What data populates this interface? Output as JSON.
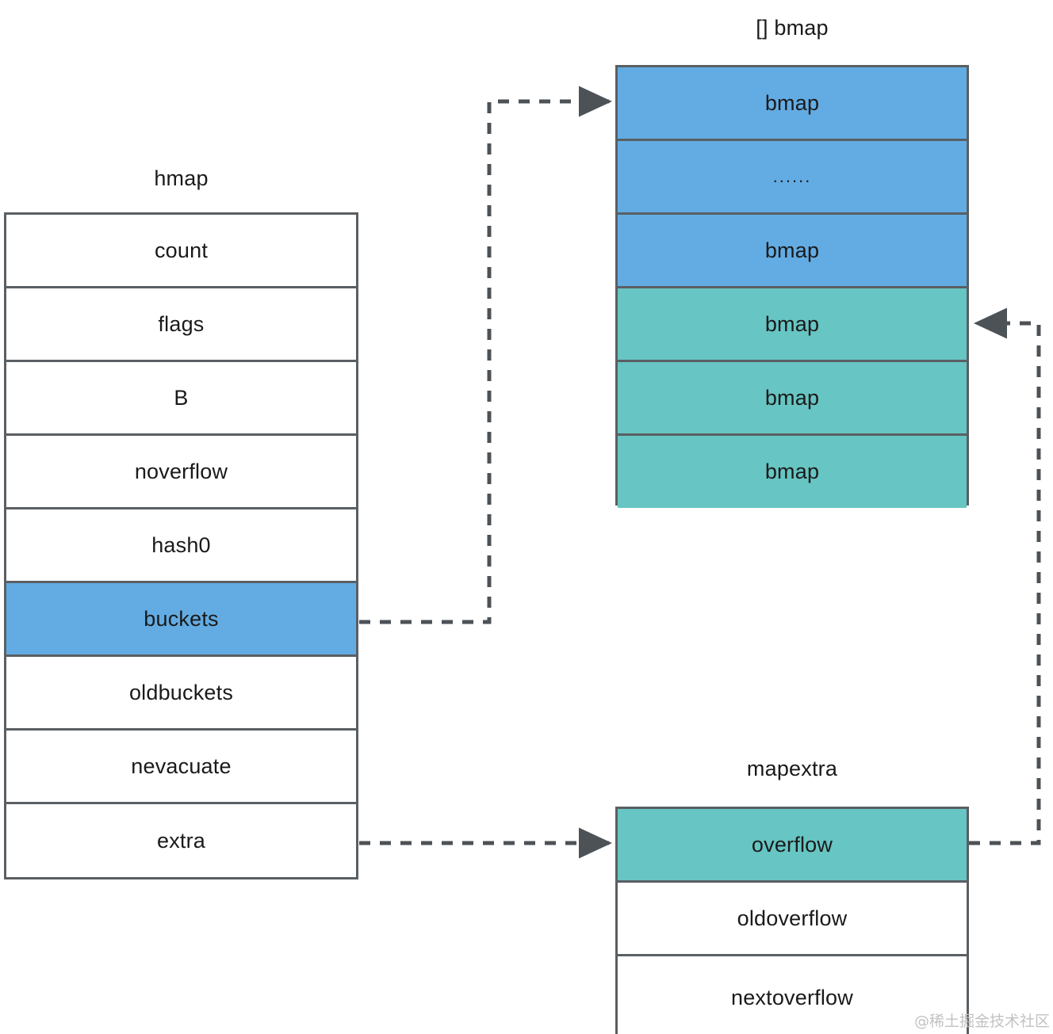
{
  "diagram": {
    "title_hmap": "hmap",
    "title_bmap_array": "[] bmap",
    "title_mapextra": "mapextra",
    "colors": {
      "blue": "#63ace3",
      "teal": "#67c5c3",
      "border": "#5a5f63",
      "arrow": "#4d5257",
      "text": "#1a1a1a",
      "background": "#ffffff"
    }
  },
  "hmap": {
    "label": "hmap",
    "fields": [
      {
        "name": "count",
        "fill": "white"
      },
      {
        "name": "flags",
        "fill": "white"
      },
      {
        "name": "B",
        "fill": "white"
      },
      {
        "name": "noverflow",
        "fill": "white"
      },
      {
        "name": "hash0",
        "fill": "white"
      },
      {
        "name": "buckets",
        "fill": "blue"
      },
      {
        "name": "oldbuckets",
        "fill": "white"
      },
      {
        "name": "nevacuate",
        "fill": "white"
      },
      {
        "name": "extra",
        "fill": "white"
      }
    ]
  },
  "bmap_array": {
    "label": "[] bmap",
    "cells": [
      {
        "name": "bmap",
        "fill": "blue"
      },
      {
        "name": "......",
        "fill": "blue"
      },
      {
        "name": "bmap",
        "fill": "blue"
      },
      {
        "name": "bmap",
        "fill": "teal"
      },
      {
        "name": "bmap",
        "fill": "teal"
      },
      {
        "name": "bmap",
        "fill": "teal"
      }
    ]
  },
  "mapextra": {
    "label": "mapextra",
    "fields": [
      {
        "name": "overflow",
        "fill": "teal"
      },
      {
        "name": "oldoverflow",
        "fill": "white"
      },
      {
        "name": "nextoverflow",
        "fill": "white"
      }
    ]
  },
  "connections": [
    {
      "name": "buckets-to-bmap-array",
      "from": "hmap.buckets",
      "to": "bmap_array.cell0"
    },
    {
      "name": "extra-to-mapextra",
      "from": "hmap.extra",
      "to": "mapextra.overflow"
    },
    {
      "name": "overflow-to-bmap",
      "from": "mapextra.overflow",
      "to": "bmap_array.cell3"
    }
  ],
  "watermark": {
    "text": "@稀土掘金技术社区"
  }
}
